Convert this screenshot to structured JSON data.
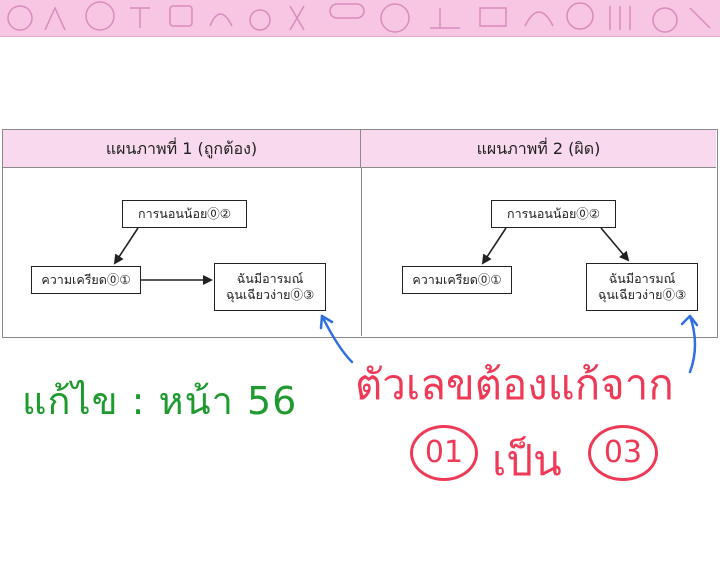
{
  "diagram_left": {
    "title": "แผนภาพที่ 1 (ถูกต้อง)",
    "node_top": "การนอนน้อย⓪②",
    "node_left": "ความเครียด⓪①",
    "node_right_line1": "ฉันมีอารมณ์",
    "node_right_line2": "ฉุนเฉียวง่าย⓪③"
  },
  "diagram_right": {
    "title": "แผนภาพที่ 2 (ผิด)",
    "node_top": "การนอนน้อย⓪②",
    "node_left": "ความเครียด⓪①",
    "node_right_line1": "ฉันมีอารมณ์",
    "node_right_line2": "ฉุนเฉียวง่าย⓪③"
  },
  "annotations": {
    "green_note": "แก้ไข : หน้า 56",
    "red_line1": "ตัวเลขต้องแก้จาก",
    "red_from": "01",
    "red_word": "เป็น",
    "red_to": "03"
  },
  "colors": {
    "banner": "#f7c6e3",
    "header_fill": "#f9d9ee",
    "green": "#1f9a2e",
    "red": "#ef3a57",
    "blue_arrow": "#2f6fe0"
  }
}
